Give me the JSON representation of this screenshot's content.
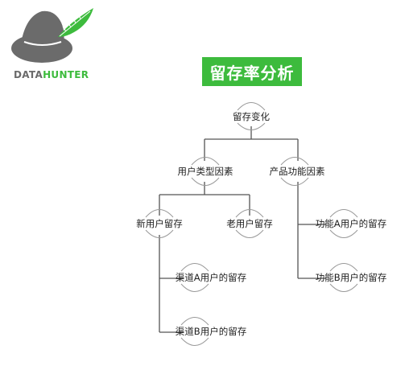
{
  "logo": {
    "text_part1": "DATA",
    "text_part2": "HUNTER"
  },
  "title": "留存率分析",
  "nodes": {
    "root": "留存变化",
    "user_type": "用户类型因素",
    "product_feature": "产品功能因素",
    "new_user": "新用户留存",
    "old_user": "老用户留存",
    "channel_a": "渠道A用户的留存",
    "channel_b": "渠道B用户的留存",
    "feature_a": "功能A用户的留存",
    "feature_b": "功能B用户的留存"
  },
  "colors": {
    "accent": "#3dbb3d",
    "line": "#555555",
    "arc": "#999999",
    "logo_gray": "#6b6b6b"
  }
}
